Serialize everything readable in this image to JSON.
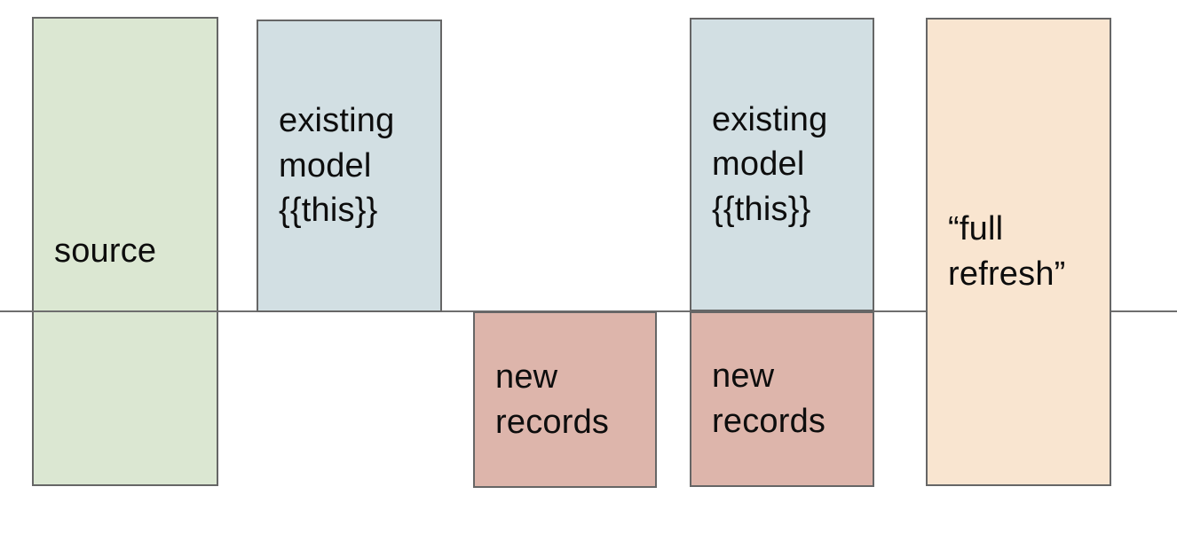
{
  "divider": {
    "color": "#6e6e6e",
    "orientation": "horizontal"
  },
  "boxes": [
    {
      "id": "source",
      "label": "source",
      "fill": "#dbe7d2",
      "border": "#666666",
      "crosses_divider": true
    },
    {
      "id": "existing-model-left",
      "label": "existing\nmodel\n{{this}}",
      "fill": "#d2dfe3",
      "border": "#666666",
      "position": "above-divider"
    },
    {
      "id": "new-records-left",
      "label": "new\nrecords",
      "fill": "#ddb5ab",
      "border": "#666666",
      "position": "below-divider"
    },
    {
      "id": "existing-model-right",
      "label": "existing\nmodel\n{{this}}",
      "fill": "#d2dfe3",
      "border": "#666666",
      "position": "above-divider"
    },
    {
      "id": "new-records-right",
      "label": "new\nrecords",
      "fill": "#ddb5ab",
      "border": "#666666",
      "position": "below-divider"
    },
    {
      "id": "full-refresh",
      "label": "“full\nrefresh”",
      "fill": "#f9e5d0",
      "border": "#666666",
      "crosses_divider": true
    }
  ]
}
